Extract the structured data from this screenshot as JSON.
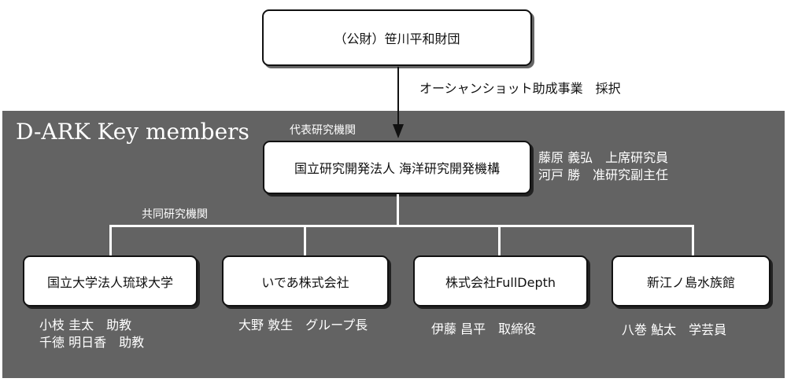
{
  "funder": {
    "name": "（公財）笹川平和財団"
  },
  "program": {
    "label": "オーシャンショット助成事業　採択"
  },
  "panel": {
    "title": "D-ARK Key members"
  },
  "lead": {
    "role_label": "代表研究機関",
    "name": "国立研究開発法人 海洋研究開発機構",
    "people": [
      "藤原 義弘　上席研究員",
      "河戸 勝　准研究副主任"
    ]
  },
  "partners": {
    "role_label": "共同研究機関",
    "items": [
      {
        "name": "国立大学法人琉球大学",
        "people": [
          "小枝 圭太　助教",
          "千徳 明日香　助教"
        ]
      },
      {
        "name": "いであ株式会社",
        "people": [
          "大野 敦生　グループ長"
        ]
      },
      {
        "name": "株式会社FullDepth",
        "people": [
          "伊藤 昌平　取締役"
        ]
      },
      {
        "name": "新江ノ島水族館",
        "people": [
          "八巻 鮎太　学芸員"
        ]
      }
    ]
  }
}
